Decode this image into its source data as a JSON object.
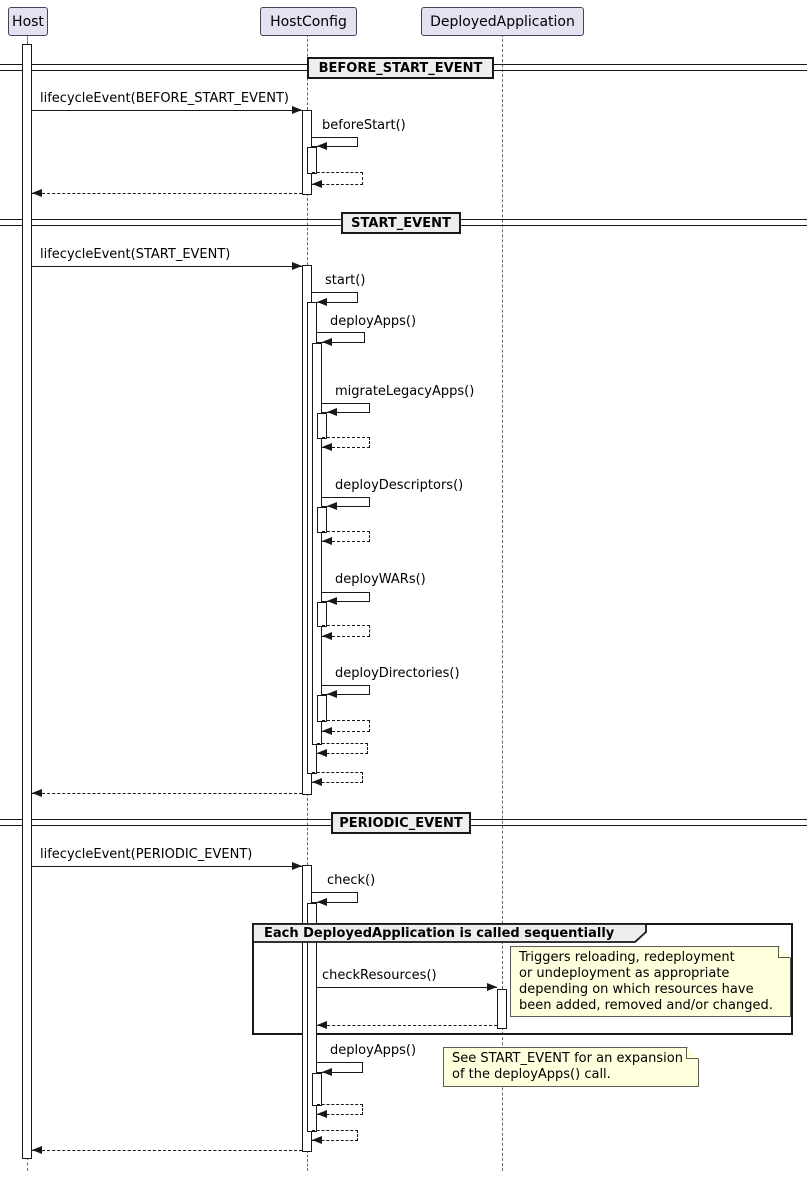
{
  "diagram": {
    "participants": {
      "host": "Host",
      "host_config": "HostConfig",
      "deployed_application": "DeployedApplication"
    },
    "dividers": {
      "before_start": "BEFORE_START_EVENT",
      "start": "START_EVENT",
      "periodic": "PERIODIC_EVENT"
    },
    "messages": {
      "lifecycle_before_start": "lifecycleEvent(BEFORE_START_EVENT)",
      "before_start": "beforeStart()",
      "lifecycle_start": "lifecycleEvent(START_EVENT)",
      "start": "start()",
      "deploy_apps": "deployApps()",
      "migrate_legacy_apps": "migrateLegacyApps()",
      "deploy_descriptors": "deployDescriptors()",
      "deploy_wars": "deployWARs()",
      "deploy_directories": "deployDirectories()",
      "lifecycle_periodic": "lifecycleEvent(PERIODIC_EVENT)",
      "check": "check()",
      "check_resources": "checkResources()",
      "deploy_apps_periodic": "deployApps()"
    },
    "group_label": "Each DeployedApplication is called sequentially",
    "notes": {
      "check_resources_note": "Triggers reloading, redeployment\nor undeployment as appropriate\ndepending on which resources have\nbeen added, removed and/or changed.",
      "deploy_apps_note": "See START_EVENT for an expansion\nof the deployApps() call."
    },
    "colors": {
      "participant_fill": "#E2E2F0",
      "divider_fill": "#EEEEEE",
      "note_fill": "#FEFFDD",
      "line": "#181818"
    }
  }
}
